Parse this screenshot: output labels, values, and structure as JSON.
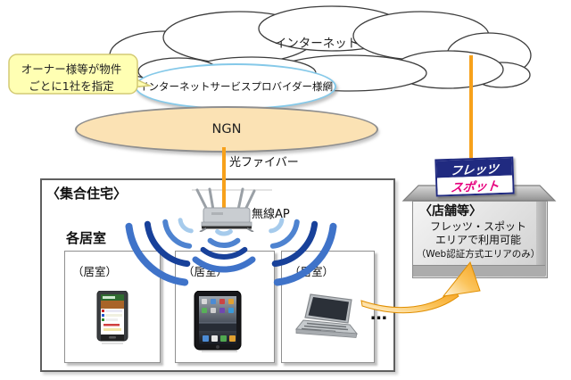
{
  "diagram": {
    "cloud": {
      "label": "インターネット"
    },
    "isp": {
      "label": "インターネットサービスプロバイダー様網"
    },
    "callout": {
      "line1": "オーナー様等が物件",
      "line2": "ごとに1社を指定"
    },
    "ngn": {
      "label": "NGN"
    },
    "fiber": {
      "label": "光ファイバー"
    },
    "apartment": {
      "title": "〈集合住宅〉",
      "rooms_heading": "各居室",
      "ap_label": "無線AP",
      "rooms": [
        {
          "label": "（居室）",
          "device": "smartphone"
        },
        {
          "label": "（居室）",
          "device": "tablet"
        },
        {
          "label": "（居室）",
          "device": "laptop"
        }
      ],
      "ellipsis": "…"
    },
    "shop": {
      "logo_line1": "フレッツ",
      "logo_line2": "スポット",
      "title": "〈店舗等〉",
      "line1": "フレッツ・スポット",
      "line2": "エリアで利用可能",
      "line3": "（Web認証方式エリアのみ）"
    },
    "colors": {
      "orange_line": "#F7A11B",
      "arrow_orange": "#F6A21E",
      "ngn_fill": "#FBE2B4",
      "isp_border": "#85C9E9",
      "callout_fill": "#FFFFB3",
      "logo_navy": "#202A80",
      "logo_magenta": "#E6007E",
      "wifi_blues": [
        "#A6CBEC",
        "#4E83D0",
        "#18419A",
        "#3F73C9"
      ]
    }
  }
}
